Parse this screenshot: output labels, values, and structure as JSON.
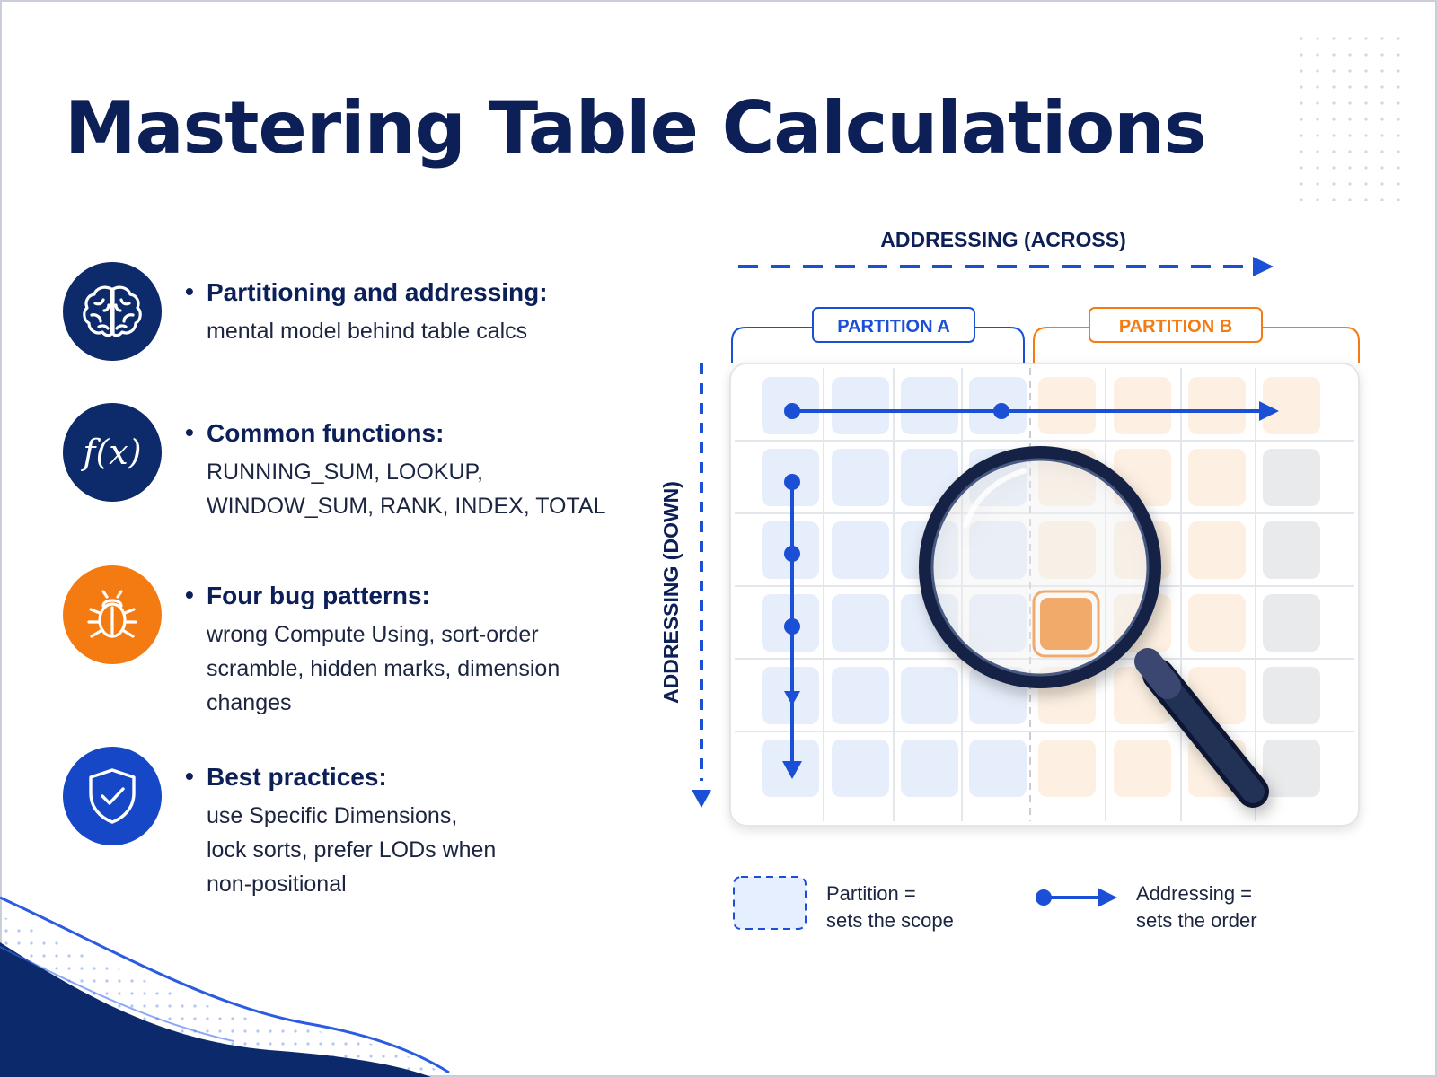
{
  "title": "Mastering Table Calculations",
  "bullets": [
    {
      "icon": "brain-icon",
      "color": "#0d2a6b",
      "heading": "Partitioning and addressing:",
      "lines": [
        "mental model behind table calcs"
      ]
    },
    {
      "icon": "function-icon",
      "color": "#0d2a6b",
      "heading": "Common functions:",
      "lines": [
        "RUNNING_SUM, LOOKUP,",
        "WINDOW_SUM, RANK, INDEX, TOTAL"
      ]
    },
    {
      "icon": "bug-icon",
      "color": "#f47b12",
      "heading": "Four bug patterns:",
      "lines": [
        "wrong Compute Using, sort-order",
        "scramble, hidden marks, dimension",
        "changes"
      ]
    },
    {
      "icon": "shield-check-icon",
      "color": "#1547c7",
      "heading": "Best practices:",
      "lines": [
        "use Specific Dimensions,",
        "lock sorts, prefer LODs when",
        "non-positional"
      ]
    }
  ],
  "icon_glyphs": {
    "function": "f(x)"
  },
  "diagram": {
    "addressing_across_label": "ADDRESSING (ACROSS)",
    "addressing_down_label": "ADDRESSING (DOWN)",
    "partition_a_label": "PARTITION A",
    "partition_b_label": "PARTITION B",
    "magnifier_icon": "magnifying-glass-icon",
    "colors": {
      "blue": "#1a4fd6",
      "orange": "#f47b12",
      "navy": "#0c1f57"
    }
  },
  "legend": {
    "partition": [
      "Partition =",
      "sets the scope"
    ],
    "addressing": [
      "Addressing =",
      "sets the order"
    ]
  }
}
